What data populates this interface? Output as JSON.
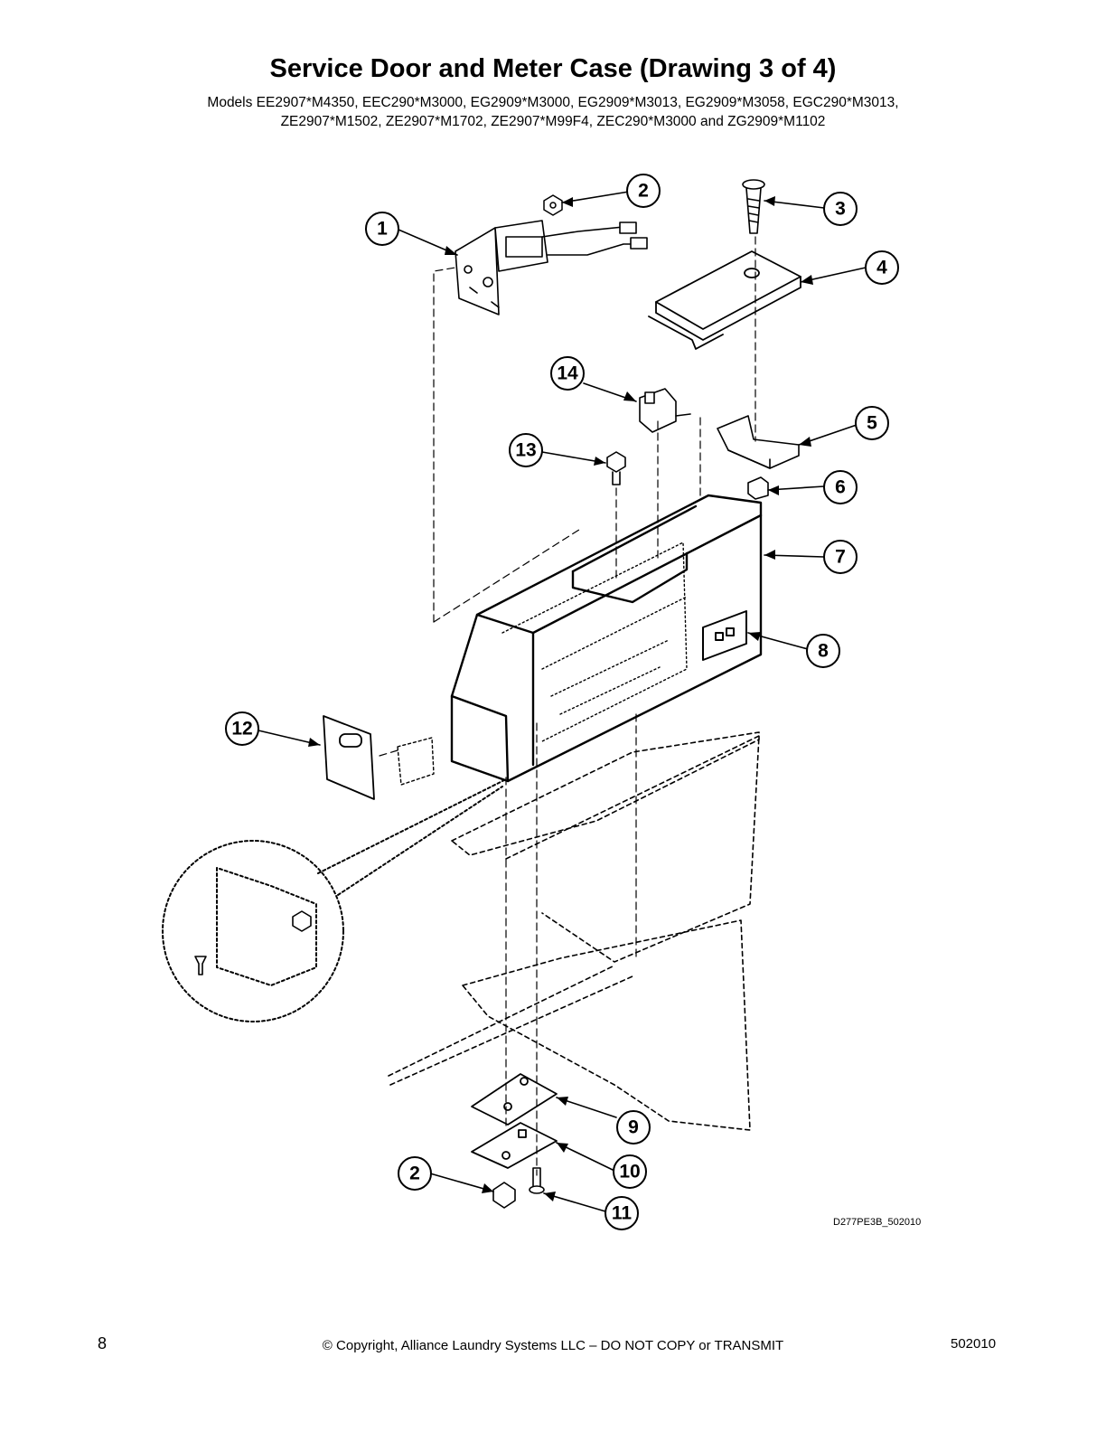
{
  "title": "Service Door and Meter Case (Drawing 3 of 4)",
  "models": [
    "Models EE2907*M4350, EEC290*M3000, EG2909*M3000, EG2909*M3013, EG2909*M3058, EGC290*M3013,",
    "ZE2907*M1502, ZE2907*M1702, ZE2907*M99F4, ZEC290*M3000 and ZG2909*M1102"
  ],
  "callouts": [
    "1",
    "2",
    "3",
    "4",
    "14",
    "5",
    "13",
    "6",
    "7",
    "8",
    "12",
    "9",
    "2",
    "10",
    "11"
  ],
  "drawing_code": "D277PE3B_502010",
  "footer": {
    "page_number": "8",
    "copyright": "© Copyright, Alliance Laundry Systems LLC – DO NOT COPY or TRANSMIT",
    "doc_number": "502010"
  }
}
